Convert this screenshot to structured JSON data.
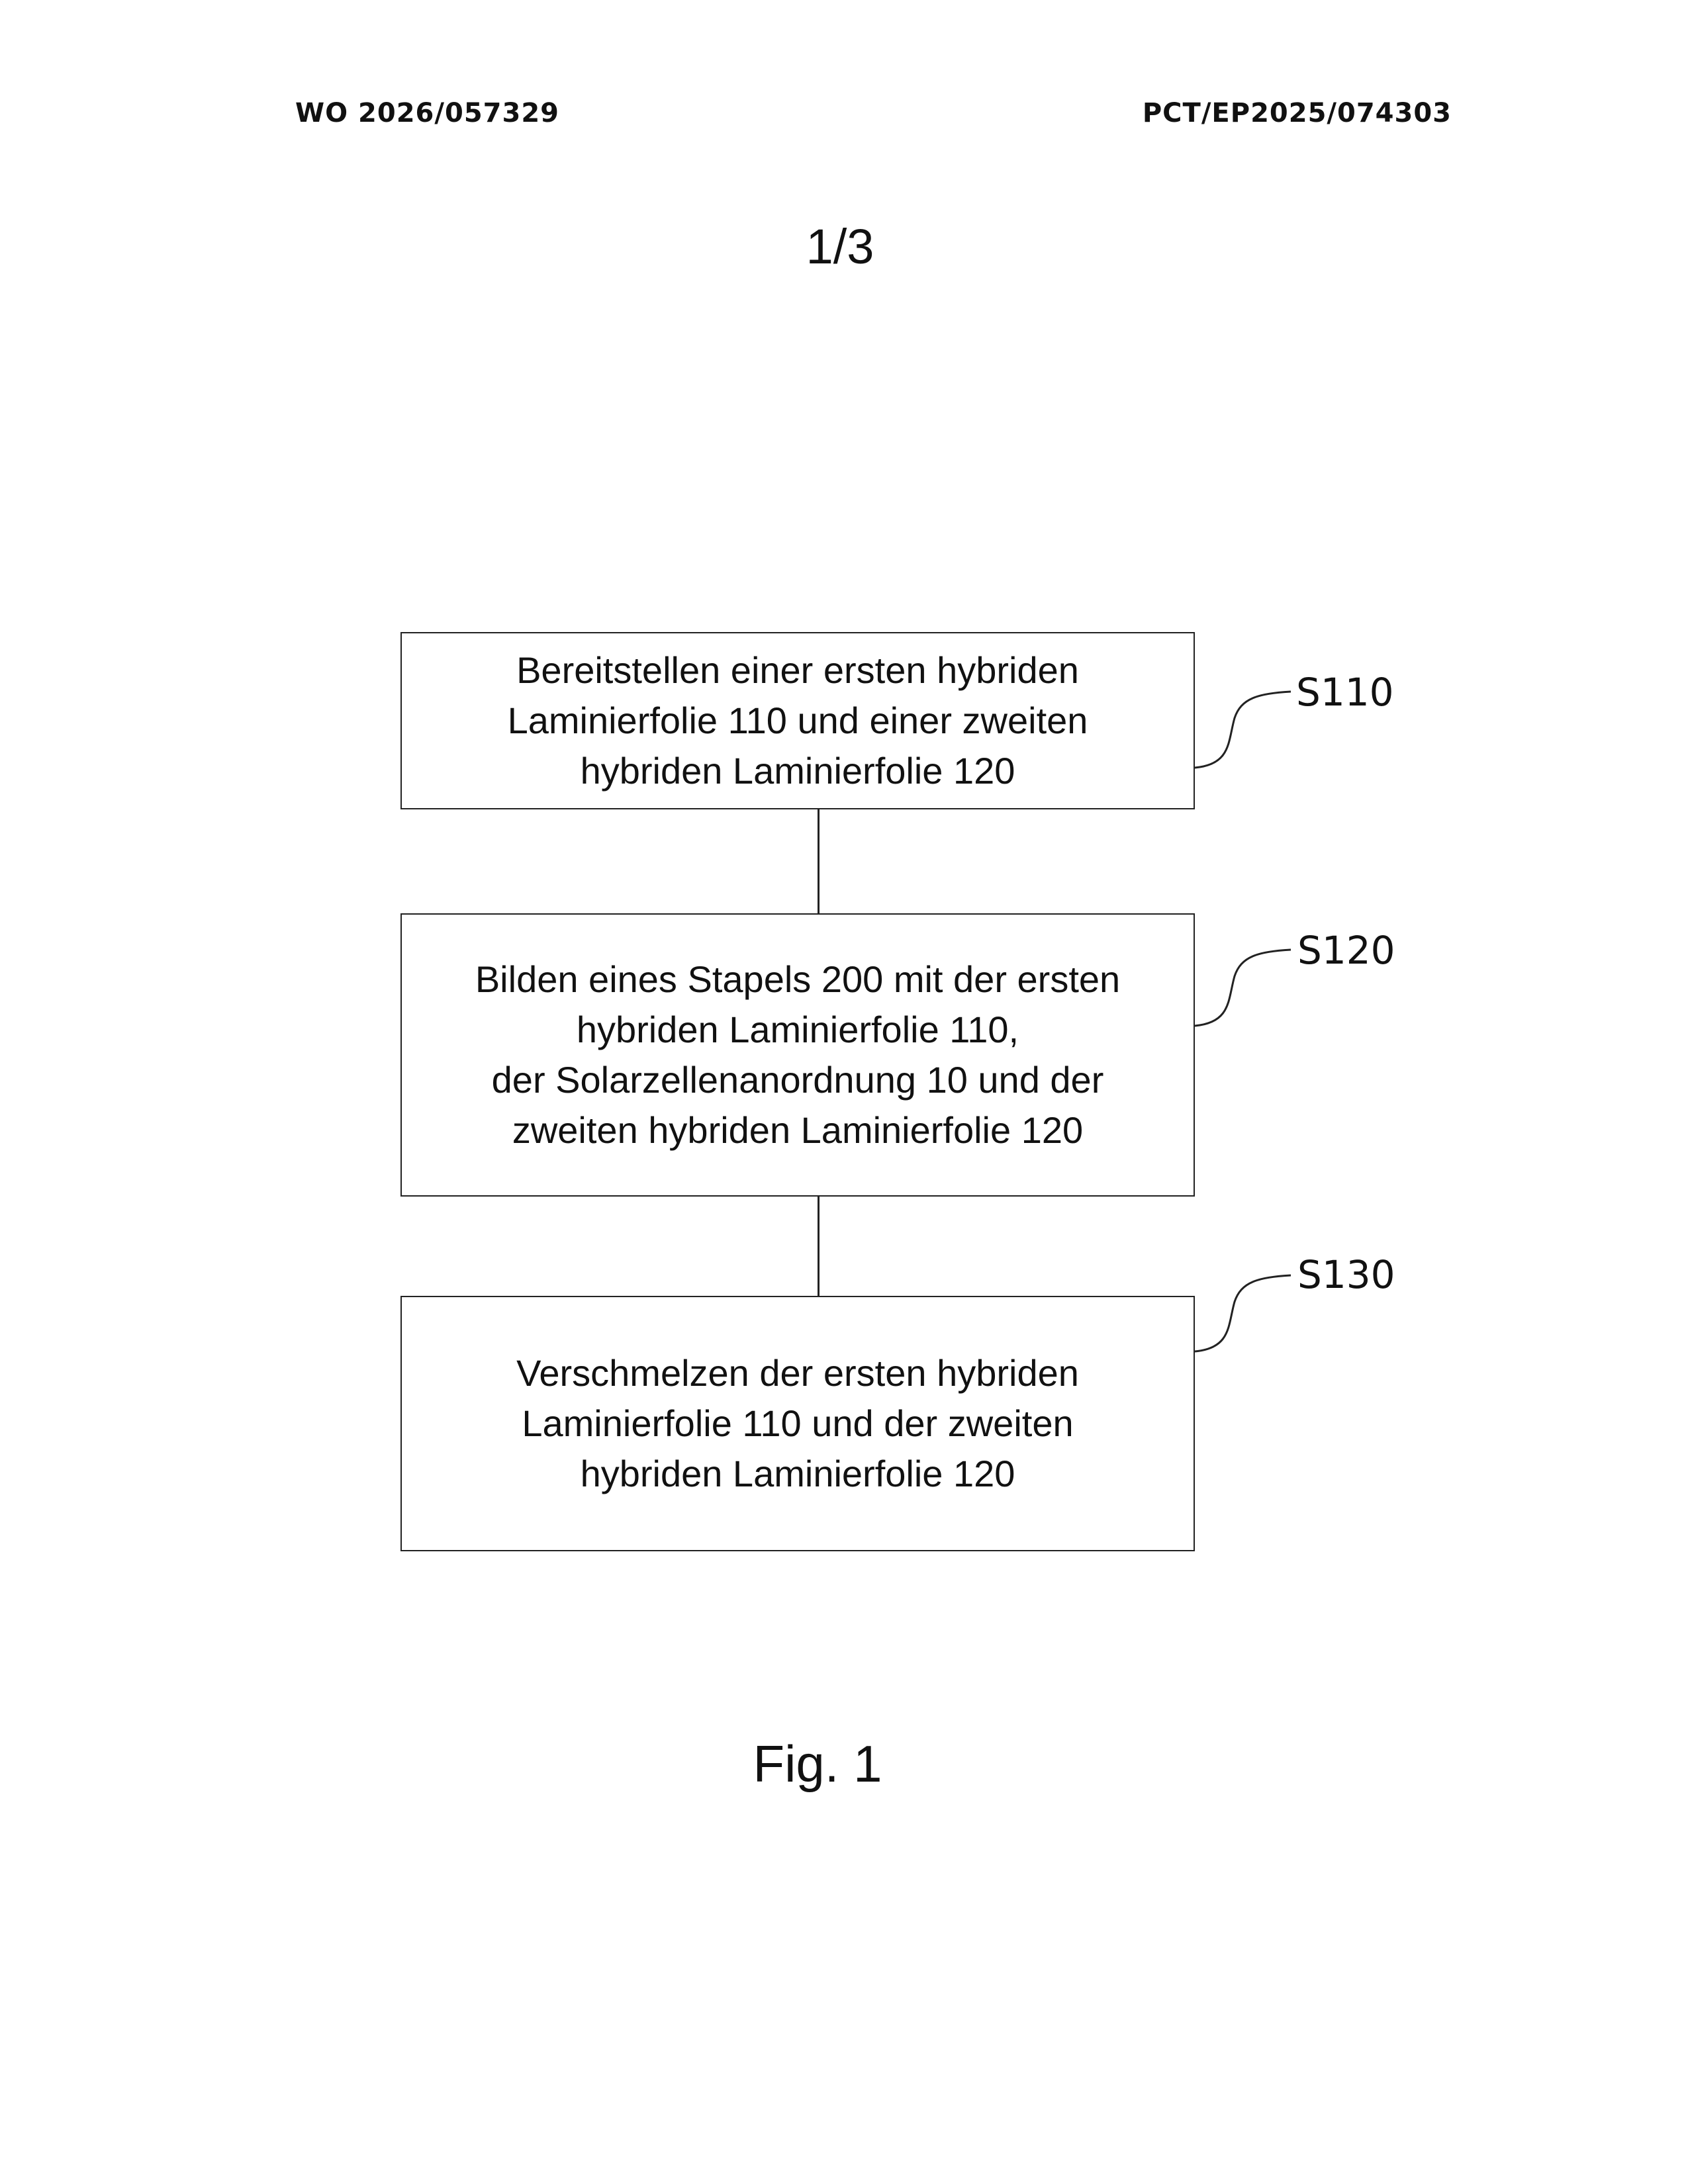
{
  "header": {
    "publication_number": "WO 2026/057329",
    "application_number": "PCT/EP2025/074303"
  },
  "page_number": "1/3",
  "steps": [
    {
      "label": "S110",
      "lines": [
        "Bereitstellen einer ersten hybriden",
        "Laminierfolie 110 und einer zweiten",
        "hybriden Laminierfolie 120"
      ]
    },
    {
      "label": "S120",
      "lines": [
        "Bilden eines Stapels 200 mit der ersten",
        "hybriden Laminierfolie 110,",
        "der Solarzellenanordnung 10 und der",
        "zweiten hybriden Laminierfolie 120"
      ]
    },
    {
      "label": "S130",
      "lines": [
        "Verschmelzen der ersten hybriden",
        "Laminierfolie 110 und der zweiten",
        "hybriden Laminierfolie 120"
      ]
    }
  ],
  "figure_caption": "Fig. 1"
}
